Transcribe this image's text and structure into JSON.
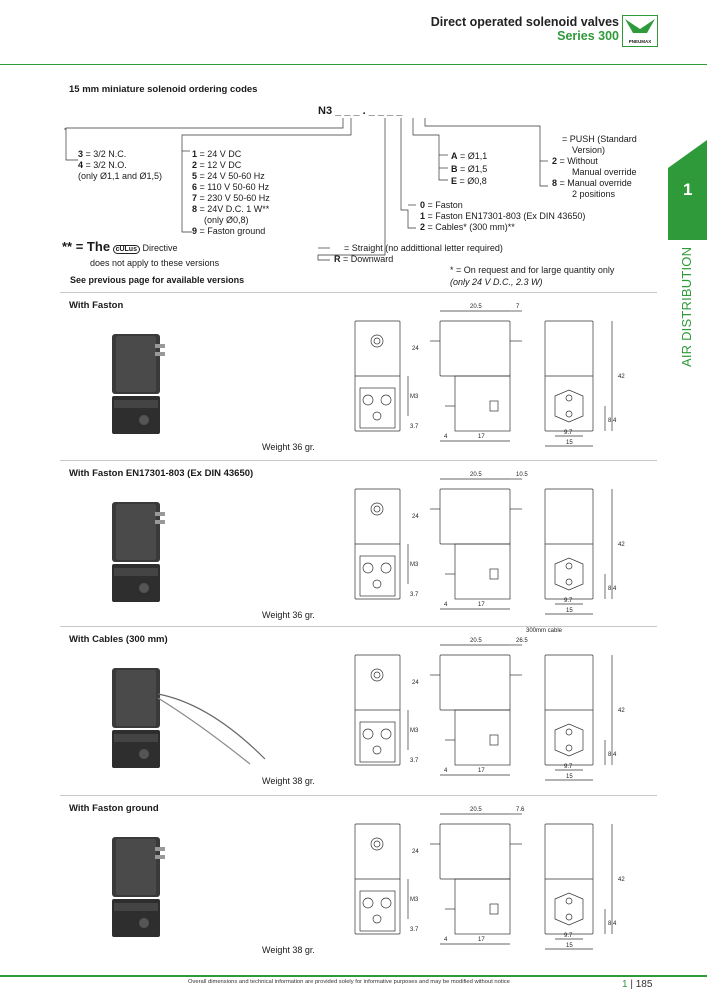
{
  "header": {
    "title": "Direct operated solenoid valves",
    "series": "Series 300",
    "logo_text": "PNEUMAX"
  },
  "side_tab": {
    "number": "1",
    "label": "AIR DISTRIBUTION"
  },
  "ordering": {
    "title": "15 mm miniature solenoid ordering codes",
    "code": "N3 _ _ _ . _ _ _ _",
    "col1": [
      {
        "key": "3",
        "text": " = 3/2 N.C."
      },
      {
        "key": "4",
        "text": " = 3/2 N.O."
      },
      {
        "key": "",
        "text": "(only Ø1,1 and Ø1,5)"
      }
    ],
    "col2": [
      {
        "key": "1",
        "text": " = 24 V DC"
      },
      {
        "key": "2",
        "text": " = 12 V DC"
      },
      {
        "key": "5",
        "text": " = 24 V 50-60 Hz"
      },
      {
        "key": "6",
        "text": " = 110 V 50-60 Hz"
      },
      {
        "key": "7",
        "text": " = 230 V 50-60 Hz"
      },
      {
        "key": "8",
        "text": " = 24V D.C. 1 W**"
      },
      {
        "key": "",
        "text": "(only Ø0,8)"
      },
      {
        "key": "9",
        "text": " = Faston ground"
      }
    ],
    "col3": [
      {
        "key": "A",
        "text": " = Ø1,1"
      },
      {
        "key": "B",
        "text": " = Ø1,5"
      },
      {
        "key": "E",
        "text": " = Ø0,8"
      }
    ],
    "col4": [
      {
        "key": "",
        "text": "= PUSH (Standard"
      },
      {
        "key": "",
        "text": "Version)"
      },
      {
        "key": "2",
        "text": " = Without"
      },
      {
        "key": "",
        "text": "Manual override"
      },
      {
        "key": "8",
        "text": " = Manual override"
      },
      {
        "key": "",
        "text": "2 positions"
      }
    ],
    "col5": [
      {
        "key": "0",
        "text": " = Faston"
      },
      {
        "key": "1",
        "text": " = Faston EN17301-803 (Ex DIN 43650)"
      },
      {
        "key": "2",
        "text": " = Cables* (300 mm)**"
      }
    ],
    "col6": [
      {
        "key": "",
        "text": "= Straight (no addittional letter required)"
      },
      {
        "key": "R",
        "text": " = Downward"
      }
    ],
    "ul_note_prefix": "** = The",
    "ul_mark": "cULus",
    "ul_note_suffix": "Directive",
    "ul_note_line2": "does not apply to these versions",
    "see_prev": "See previous page for available versions",
    "star_note": "* = On request and for large quantity only",
    "star_note2": "(only 24 V D.C., 2.3 W)"
  },
  "sections": [
    {
      "title": "With Faston",
      "weight": "Weight 36 gr.",
      "dims": {
        "top": "20.5",
        "top2": "7",
        "h": "42",
        "m": "M3",
        "d24": "24",
        "d37": "3.7",
        "d4": "4",
        "d17": "17",
        "d97": "9.7",
        "d15": "15",
        "d84": "8.4"
      }
    },
    {
      "title": "With Faston EN17301-803 (Ex DIN 43650)",
      "weight": "Weight 36 gr.",
      "dims": {
        "top": "20.5",
        "top2": "10.5",
        "h": "42",
        "m": "M3",
        "d24": "24",
        "d37": "3.7",
        "d4": "4",
        "d17": "17",
        "d97": "9.7",
        "d15": "15",
        "d84": "8.4"
      }
    },
    {
      "title": "With Cables (300 mm)",
      "weight": "Weight 38 gr.",
      "dims": {
        "top": "20.5",
        "top2": "26.5",
        "cable": "300mm cable",
        "h": "42",
        "m": "M3",
        "d24": "24",
        "d37": "3.7",
        "d4": "4",
        "d17": "17",
        "d97": "9.7",
        "d15": "15",
        "d84": "8.4"
      }
    },
    {
      "title": "With Faston ground",
      "weight": "Weight 38 gr.",
      "dims": {
        "top": "20.5",
        "top2": "7.6",
        "h": "42",
        "m": "M3",
        "d24": "24",
        "d37": "3.7",
        "d4": "4",
        "d17": "17",
        "d97": "9.7",
        "d15": "15",
        "d84": "8.4"
      }
    }
  ],
  "footer": {
    "note": "Overall dimensions and technical information are provided solely for informative purposes and may be modified without notice",
    "chapter": "1",
    "page": "185"
  }
}
